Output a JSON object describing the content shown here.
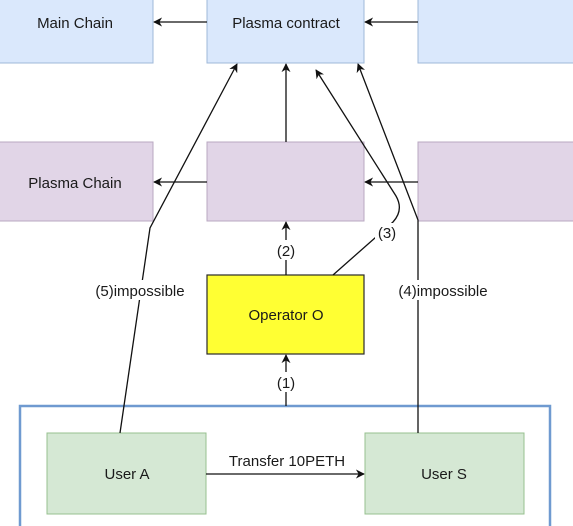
{
  "nodes": {
    "main_chain": "Main Chain",
    "plasma_contract": "Plasma contract",
    "plasma_chain": "Plasma Chain",
    "operator": "Operator O",
    "user_a": "User A",
    "user_s": "User S"
  },
  "edges": {
    "step_1": "(1)",
    "step_2": "(2)",
    "step_3": "(3)",
    "step_4": "(4)impossible",
    "step_5": "(5)impossible",
    "transfer": "Transfer 10PETH"
  },
  "colors": {
    "blue_box": "#dae8fc",
    "purple_box": "#e1d5e7",
    "operator_box": "#ffff33",
    "user_box": "#d5e8d4",
    "group_border": "#6f9ad0"
  }
}
